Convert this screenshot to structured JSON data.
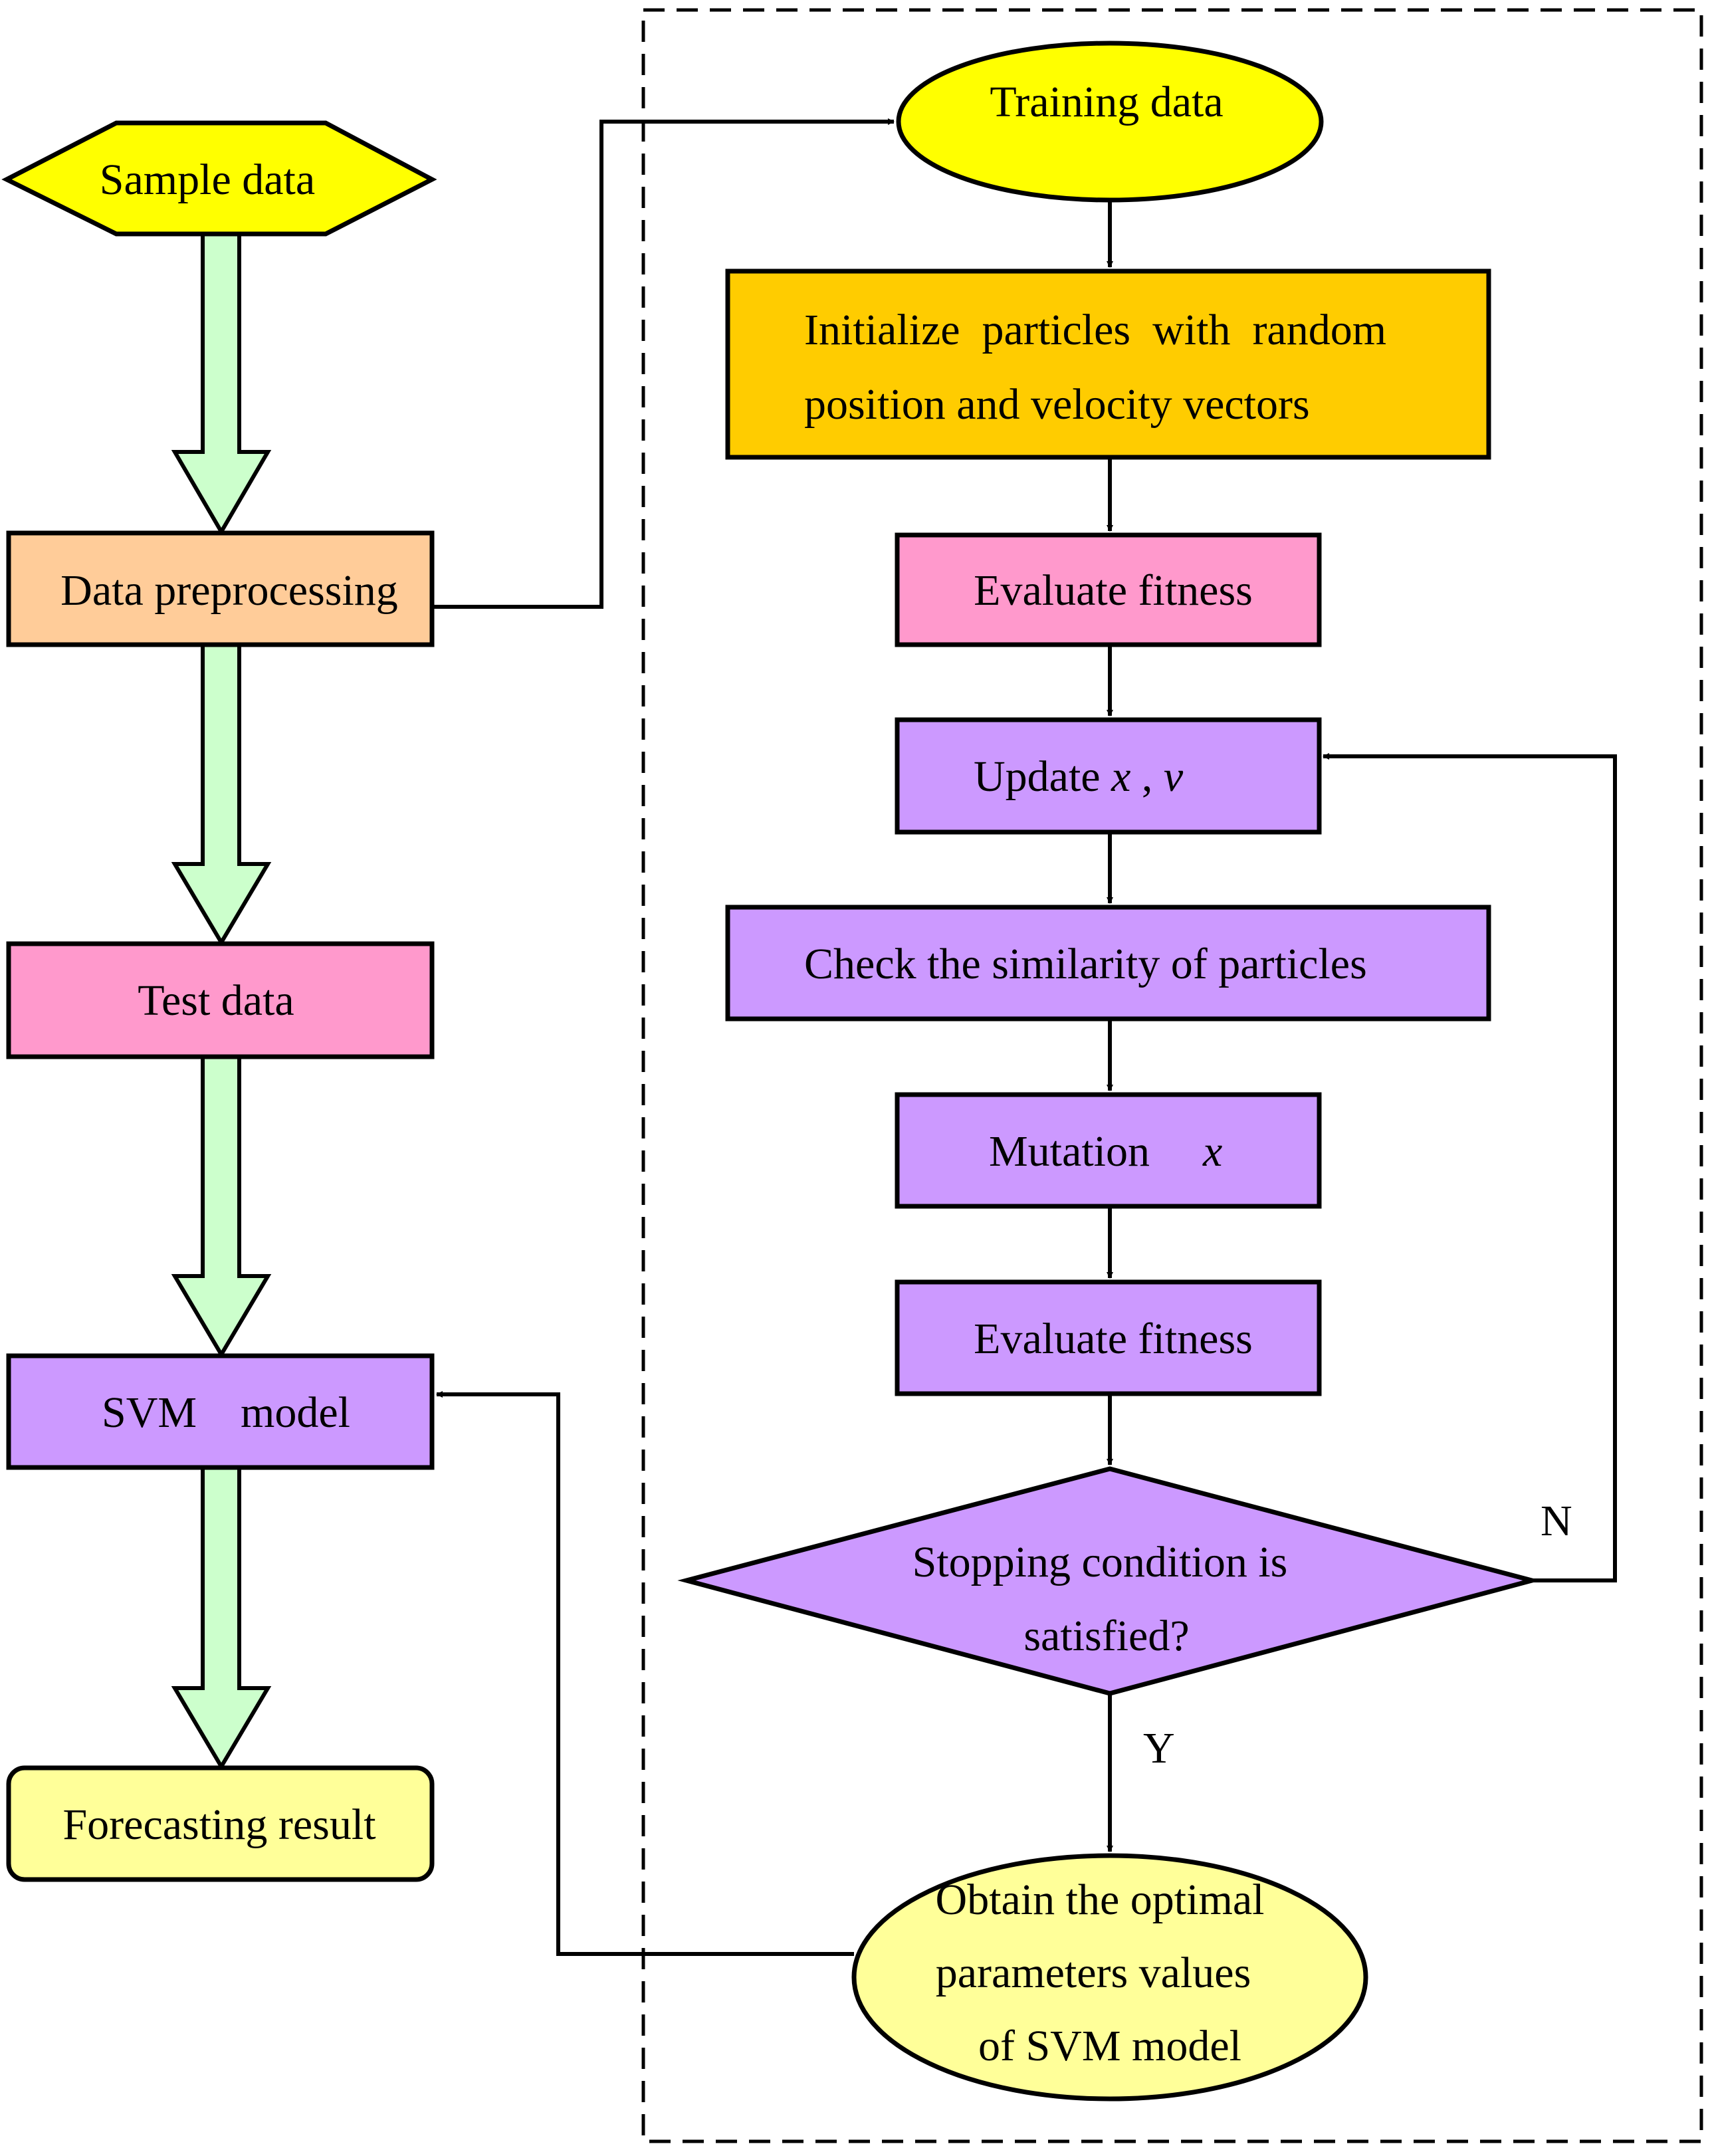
{
  "colors": {
    "yellow": "#FFFF00",
    "light_yellow": "#FFFF99",
    "peach": "#FFCC99",
    "pink": "#FF99CC",
    "gold": "#FFCC00",
    "purple": "#CC99FF",
    "mint": "#CCFFCC"
  },
  "left_flow": {
    "sample_data": "Sample data",
    "data_preprocessing": "Data preprocessing",
    "test_data": "Test data",
    "svm_model": "SVM    model",
    "forecasting_result": "Forecasting result"
  },
  "optimizer": {
    "training_data": "Training data",
    "initialize_line1": "Initialize  particles  with  random",
    "initialize_line2": "position and velocity vectors",
    "evaluate_fitness_1": "Evaluate fitness",
    "update_prefix": "Update ",
    "update_var_x": "x",
    "update_sep": " , ",
    "update_var_v": "v",
    "check_similarity": "Check the similarity of particles",
    "mutation_prefix": "Mutation",
    "mutation_var": "x",
    "evaluate_fitness_2": "Evaluate fitness",
    "stopping_line1": "Stopping condition is",
    "stopping_line2": "satisfied?",
    "label_no": "N",
    "label_yes": "Y",
    "obtain_line1": "Obtain the optimal",
    "obtain_line2": "parameters values",
    "obtain_line3": "of SVM model"
  }
}
